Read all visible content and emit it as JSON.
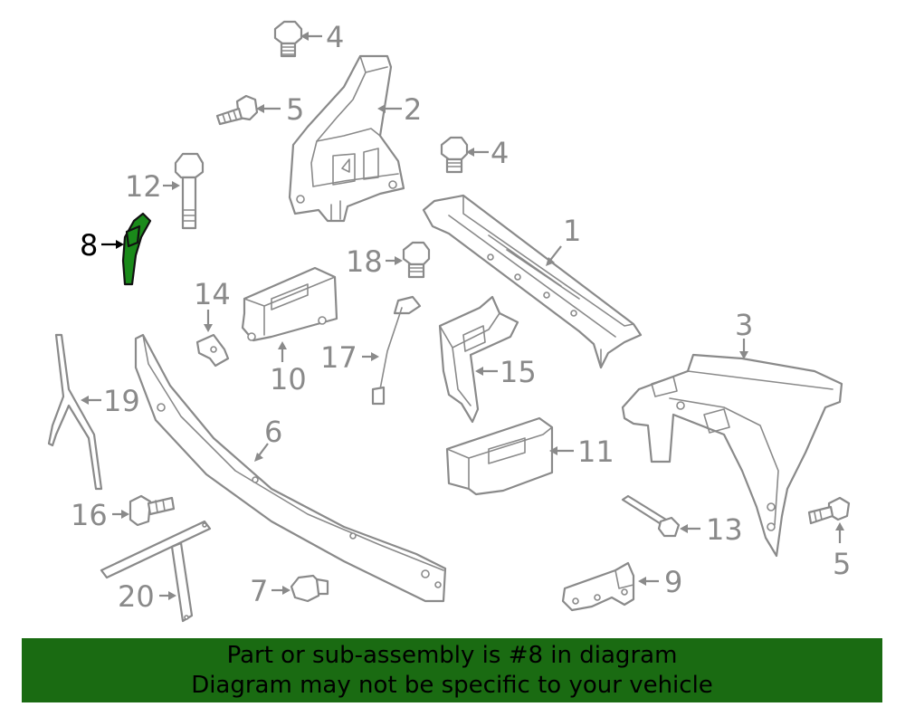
{
  "diagram": {
    "highlight_color": "#1a8a1a",
    "callouts": [
      {
        "id": "label-1",
        "text": "1"
      },
      {
        "id": "label-2",
        "text": "2"
      },
      {
        "id": "label-3",
        "text": "3"
      },
      {
        "id": "label-4a",
        "text": "4"
      },
      {
        "id": "label-4b",
        "text": "4"
      },
      {
        "id": "label-5a",
        "text": "5"
      },
      {
        "id": "label-5b",
        "text": "5"
      },
      {
        "id": "label-6",
        "text": "6"
      },
      {
        "id": "label-7",
        "text": "7"
      },
      {
        "id": "label-8",
        "text": "8"
      },
      {
        "id": "label-9",
        "text": "9"
      },
      {
        "id": "label-10",
        "text": "10"
      },
      {
        "id": "label-11",
        "text": "11"
      },
      {
        "id": "label-12",
        "text": "12"
      },
      {
        "id": "label-13",
        "text": "13"
      },
      {
        "id": "label-14",
        "text": "14"
      },
      {
        "id": "label-15",
        "text": "15"
      },
      {
        "id": "label-16",
        "text": "16"
      },
      {
        "id": "label-17",
        "text": "17"
      },
      {
        "id": "label-18",
        "text": "18"
      },
      {
        "id": "label-19",
        "text": "19"
      },
      {
        "id": "label-20",
        "text": "20"
      }
    ]
  },
  "banner": {
    "line1": "Part or sub-assembly is #8 in diagram",
    "line2": "Diagram may not be specific to your vehicle",
    "background": "#1a6b12"
  }
}
